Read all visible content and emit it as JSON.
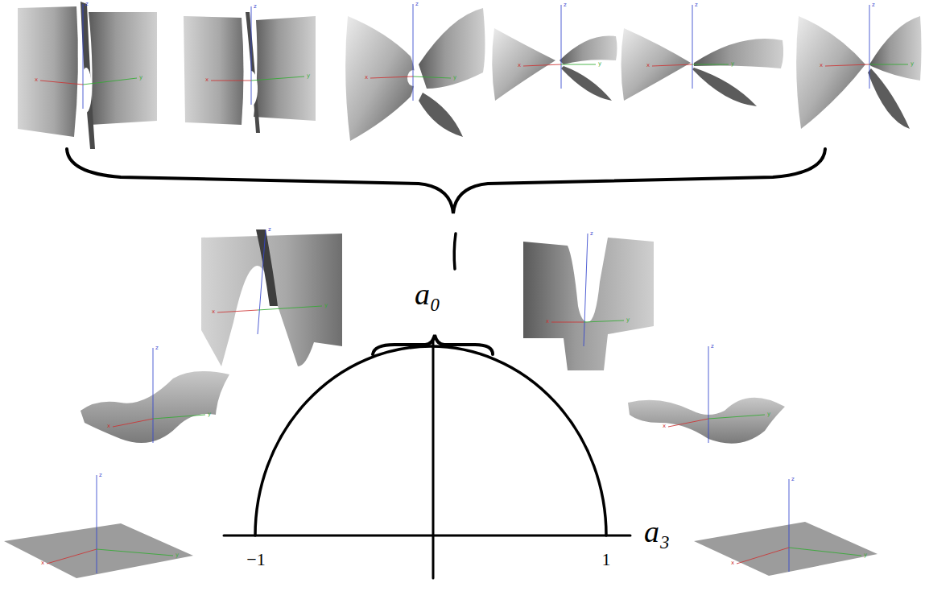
{
  "diagram": {
    "labels": [
      "a₀",
      "a₃",
      "−1",
      "1",
      "z",
      "x",
      "y",
      "z",
      "x",
      "y",
      "z",
      "x",
      "y",
      "z",
      "x",
      "y",
      "z",
      "x",
      "y",
      "z",
      "x",
      "y",
      "z",
      "x",
      "y",
      "z",
      "x",
      "y",
      "z",
      "x",
      "y",
      "z",
      "x",
      "y",
      "z",
      "x",
      "y",
      "z",
      "x",
      "y"
    ]
  }
}
